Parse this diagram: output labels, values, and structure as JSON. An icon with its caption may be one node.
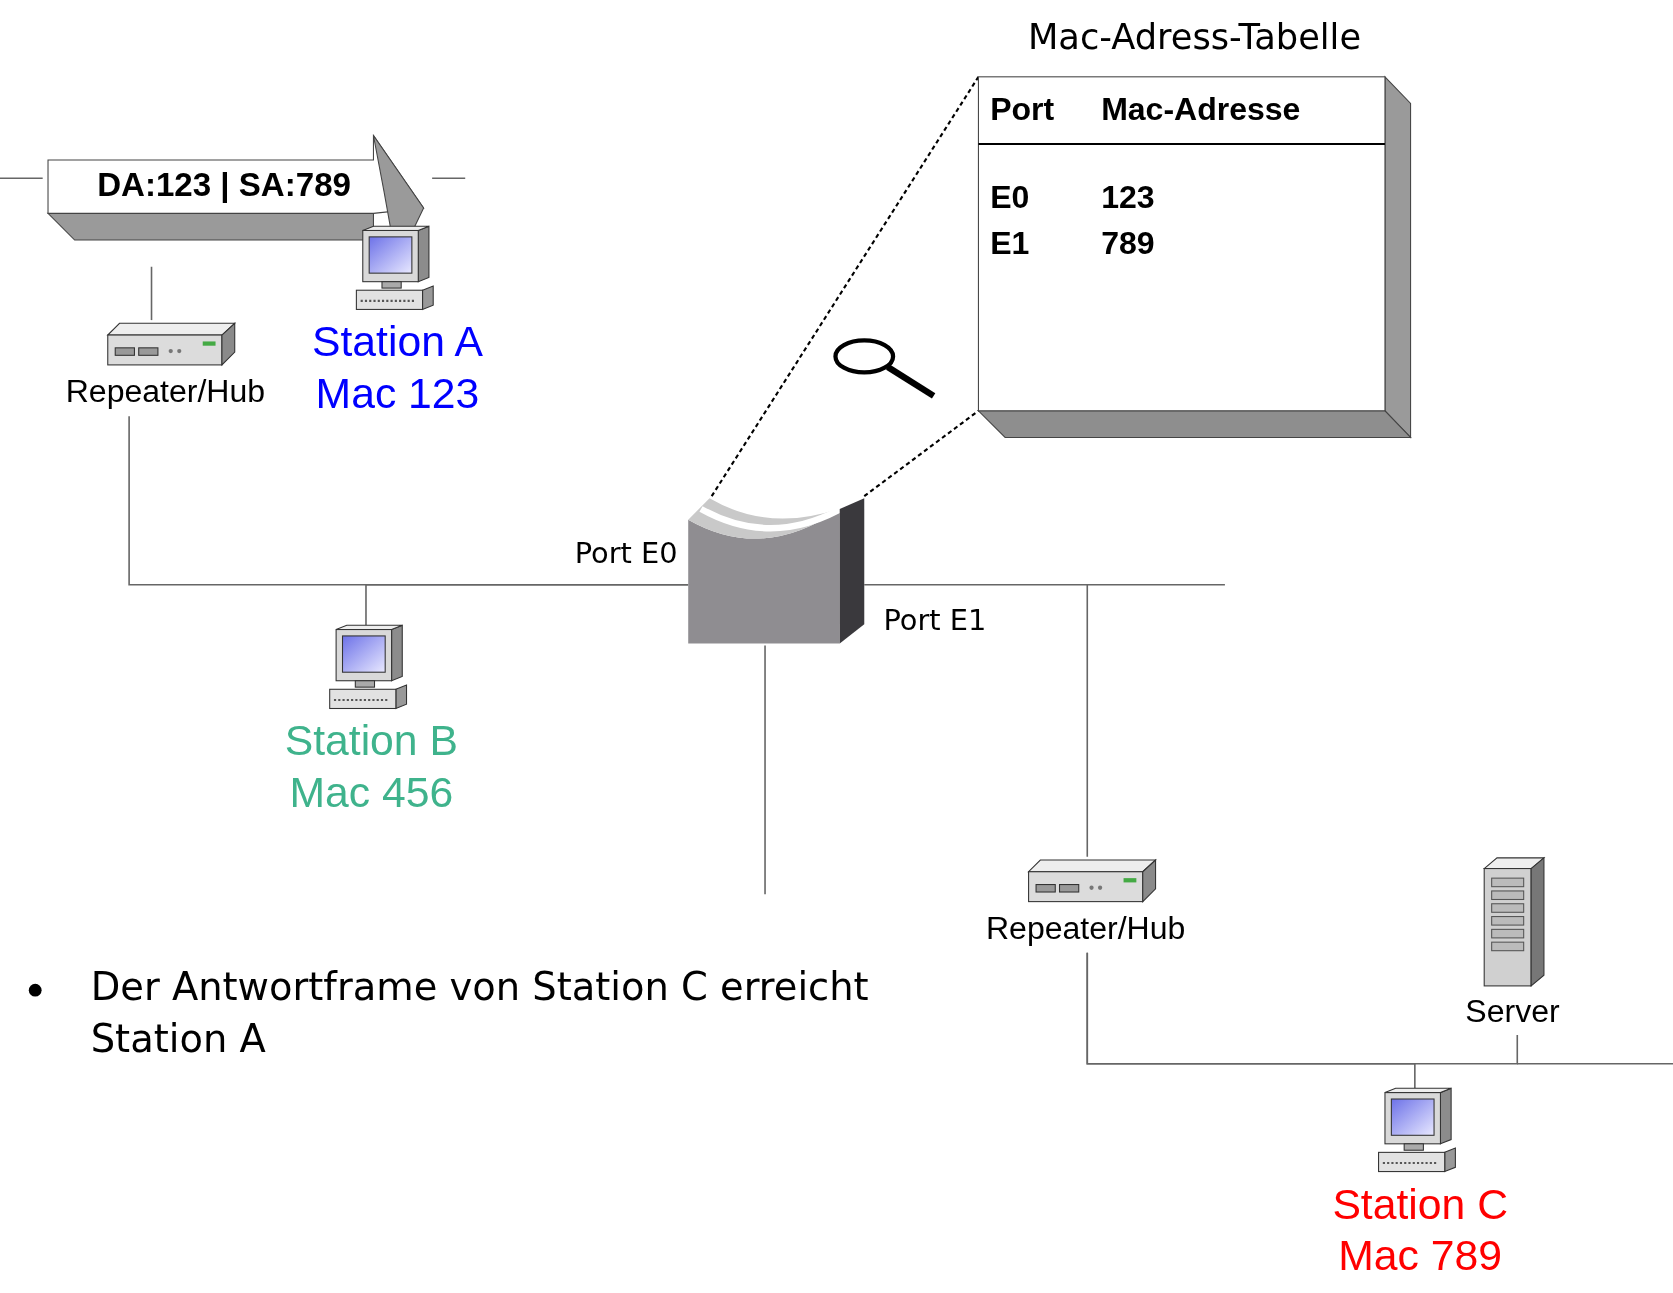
{
  "diagram": {
    "nodes": [
      {
        "text": [
          "DA:123 | SA:789"
        ]
      },
      {
        "text": [
          "Repeater/Hub"
        ]
      },
      {
        "text": [
          "Station A Mac 123"
        ]
      },
      {
        "text": [],
        "shape": "box",
        "beside": [
          "Port E0",
          "Port E1"
        ]
      },
      {
        "text": [
          "Station B Mac 456"
        ]
      },
      {
        "text": [
          "Repeater/Hub"
        ]
      },
      {
        "text": [
          "Server"
        ]
      },
      {
        "text": [
          "Station C Mac 789"
        ]
      },
      {
        "text": [
          "Mac-Adress-Tabelle",
          "Port",
          "Mac-Adresse",
          "E0",
          "123",
          "E1",
          "789"
        ]
      }
    ],
    "edges": [
      {
        "from": 1,
        "to": 3,
        "arrow": "none"
      },
      {
        "from": 4,
        "to": 3,
        "arrow": "none"
      },
      {
        "from": 3,
        "to": 5,
        "arrow": "none"
      },
      {
        "from": 5,
        "to": 7,
        "arrow": "none"
      },
      {
        "from": 5,
        "to": 6,
        "arrow": "none"
      },
      {
        "from": 1,
        "to": 0,
        "arrow": "none"
      },
      {
        "from": 3,
        "to": null,
        "arrow": "none"
      },
      {
        "from": 3,
        "to": 8,
        "arrow": "none",
        "style": "dashed",
        "color": "#000000"
      },
      {
        "from": 3,
        "to": 8,
        "arrow": "none",
        "style": "dashed",
        "color": "#000000"
      },
      {
        "from": 0,
        "to": null,
        "arrow": "none"
      },
      {
        "from": 0,
        "to": null,
        "arrow": "none"
      }
    ],
    "labels": [
      "Der Antwortframe von Station C erreicht Station A"
    ]
  }
}
